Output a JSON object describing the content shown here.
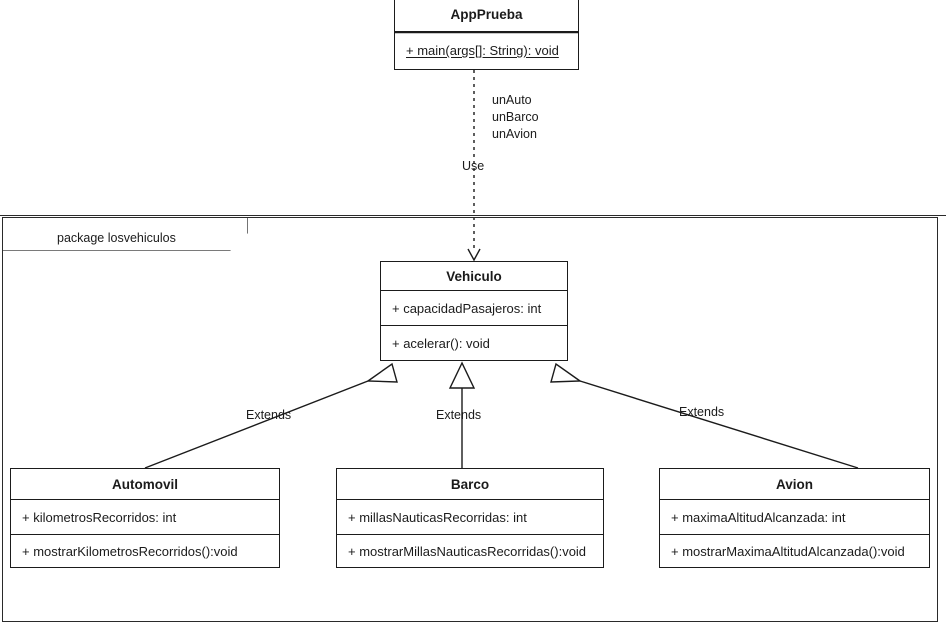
{
  "diagram": {
    "kind": "uml-class-diagram",
    "colors": {
      "stroke": "#1b1b1b",
      "frame_stroke": "#2a2a2a",
      "background": "#ffffff"
    }
  },
  "package": {
    "tab_label": "package losvehiculos"
  },
  "classes": {
    "app": {
      "name": "AppPrueba",
      "methods": [
        "+ main(args[]: String): void"
      ]
    },
    "vehiculo": {
      "name": "Vehiculo",
      "attributes": [
        "+ capacidadPasajeros: int"
      ],
      "methods": [
        "+ acelerar(): void"
      ]
    },
    "automovil": {
      "name": "Automovil",
      "attributes": [
        "+ kilometrosRecorridos: int"
      ],
      "methods": [
        "+ mostrarKilometrosRecorridos():void"
      ]
    },
    "barco": {
      "name": "Barco",
      "attributes": [
        "+ millasNauticasRecorridas: int"
      ],
      "methods": [
        "+ mostrarMillasNauticasRecorridas():void"
      ]
    },
    "avion": {
      "name": "Avion",
      "attributes": [
        "+ maximaAltitudAlcanzada: int"
      ],
      "methods": [
        "+ mostrarMaximaAltitudAlcanzada():void"
      ]
    }
  },
  "relationships": {
    "dependency": {
      "stereotype": "Use",
      "roles_line1": "unAuto",
      "roles_line2": "unBarco",
      "roles_line3": "unAvion"
    },
    "generalizations": {
      "left_label": "Extends",
      "middle_label": "Extends",
      "right_label": "Extends"
    }
  }
}
